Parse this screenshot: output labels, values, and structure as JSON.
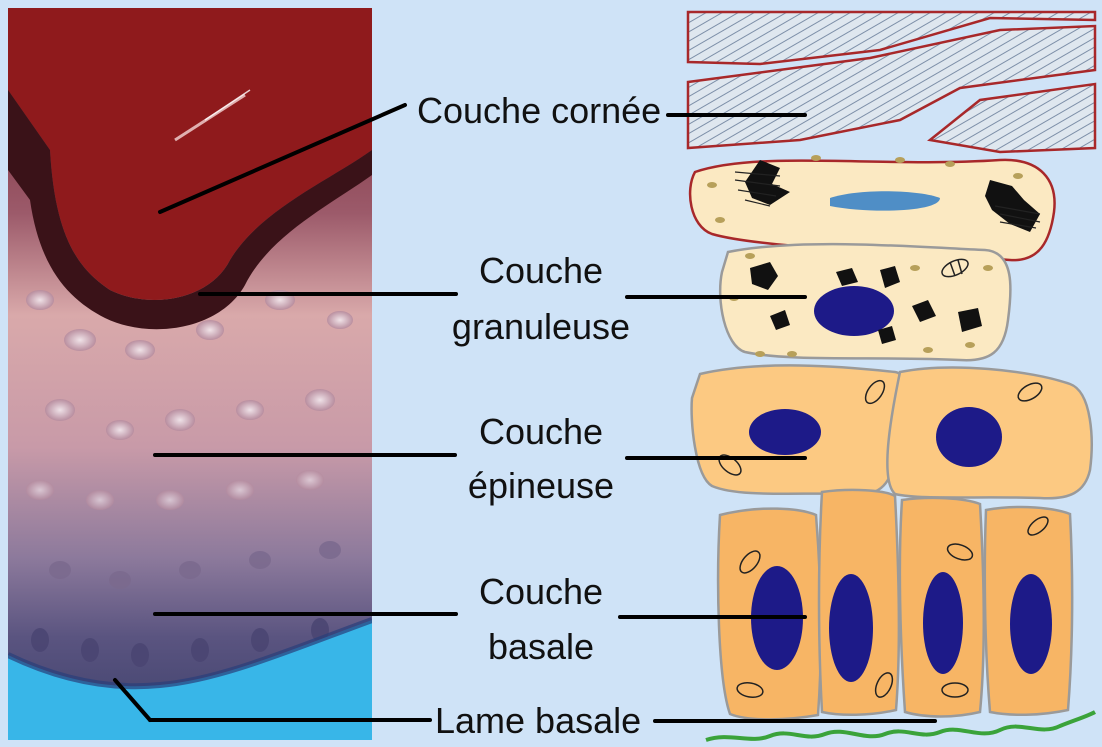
{
  "labels": {
    "cornee": "Couche cornée",
    "granuleuse_1": "Couche",
    "granuleuse_2": "granuleuse",
    "epineuse_1": "Couche",
    "epineuse_2": "épineuse",
    "basale_1": "Couche",
    "basale_2": "basale",
    "lame": "Lame basale"
  },
  "colors": {
    "background": "#cfe3f7",
    "cornified_red": "#8f1a1c",
    "basal_lamina_blue": "#38b6e8",
    "nucleus": "#1d1a88",
    "cell_fill_basal": "#f7b565",
    "cell_fill_granular": "#fbe9c2",
    "cell_outline": "#a8282a",
    "basement_membrane": "#3aa33a"
  }
}
